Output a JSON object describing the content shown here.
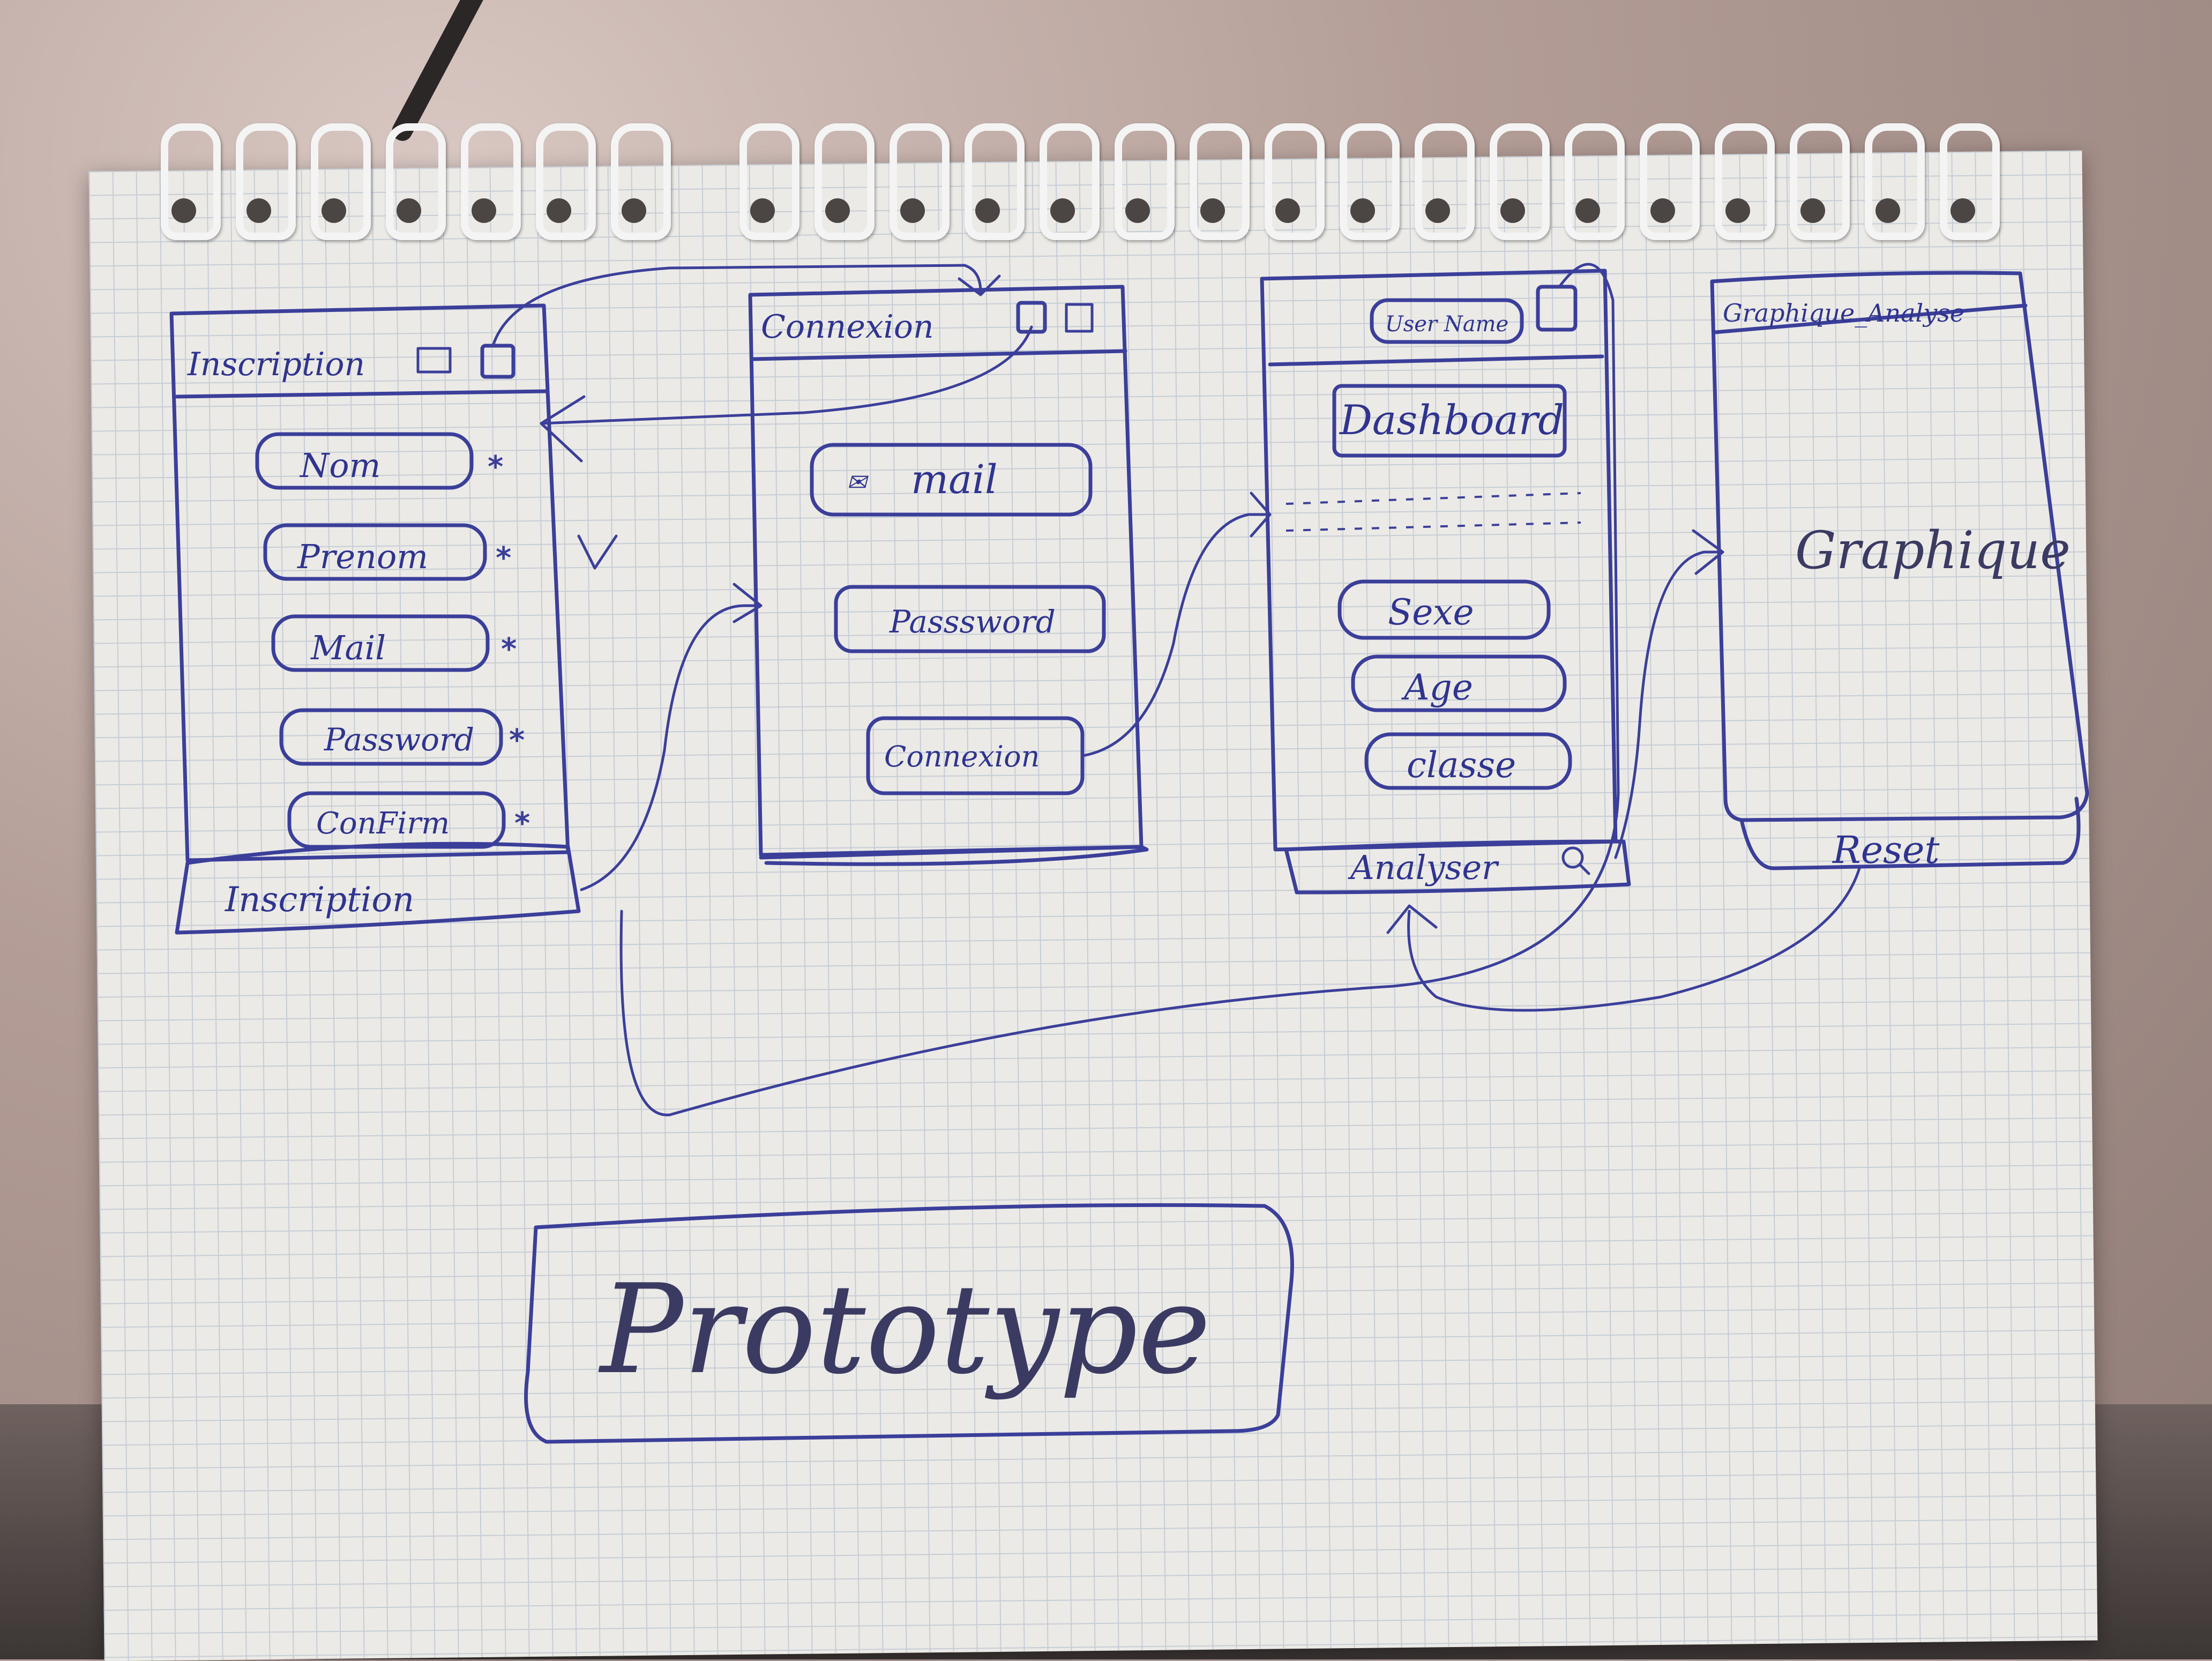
{
  "inscription": {
    "title": "Inscription",
    "fields": [
      "Nom",
      "Prenom",
      "Mail",
      "Password",
      "ConFirm"
    ],
    "required_mark": "*",
    "button": "Inscription"
  },
  "connexion": {
    "title": "Connexion",
    "fields": [
      "mail",
      "Passsword"
    ],
    "button": "Connexion"
  },
  "dashboard_screen": {
    "user_label": "User Name",
    "dashboard_label": "Dashboard",
    "filters": [
      "Sexe",
      "Age",
      "classe"
    ],
    "footer_button": "Analyser",
    "footer_icon": "search-icon"
  },
  "graph_screen": {
    "title": "Graphique_Analyse",
    "body_label": "Graphique",
    "footer_button": "Reset"
  },
  "caption": "Prototype",
  "colors": {
    "ink": "#3b3f9a",
    "paper": "#eceae6",
    "grid": "#c6cdd6"
  }
}
